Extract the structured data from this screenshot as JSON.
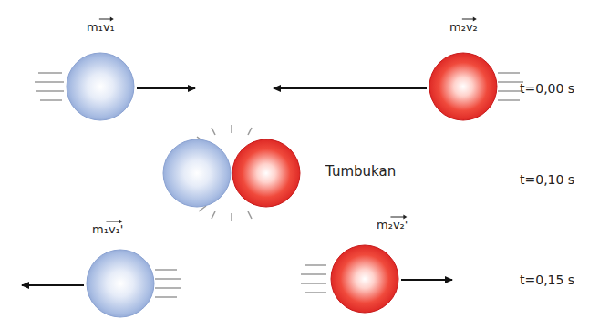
{
  "diagram": {
    "labels": [
      "m₁v₁",
      "m₂v₂",
      "t=0,00 s",
      "Tumbukan",
      "t=0,10 s",
      "m₁v₁'",
      "m₂v₂'",
      "t=0,15 s"
    ]
  }
}
